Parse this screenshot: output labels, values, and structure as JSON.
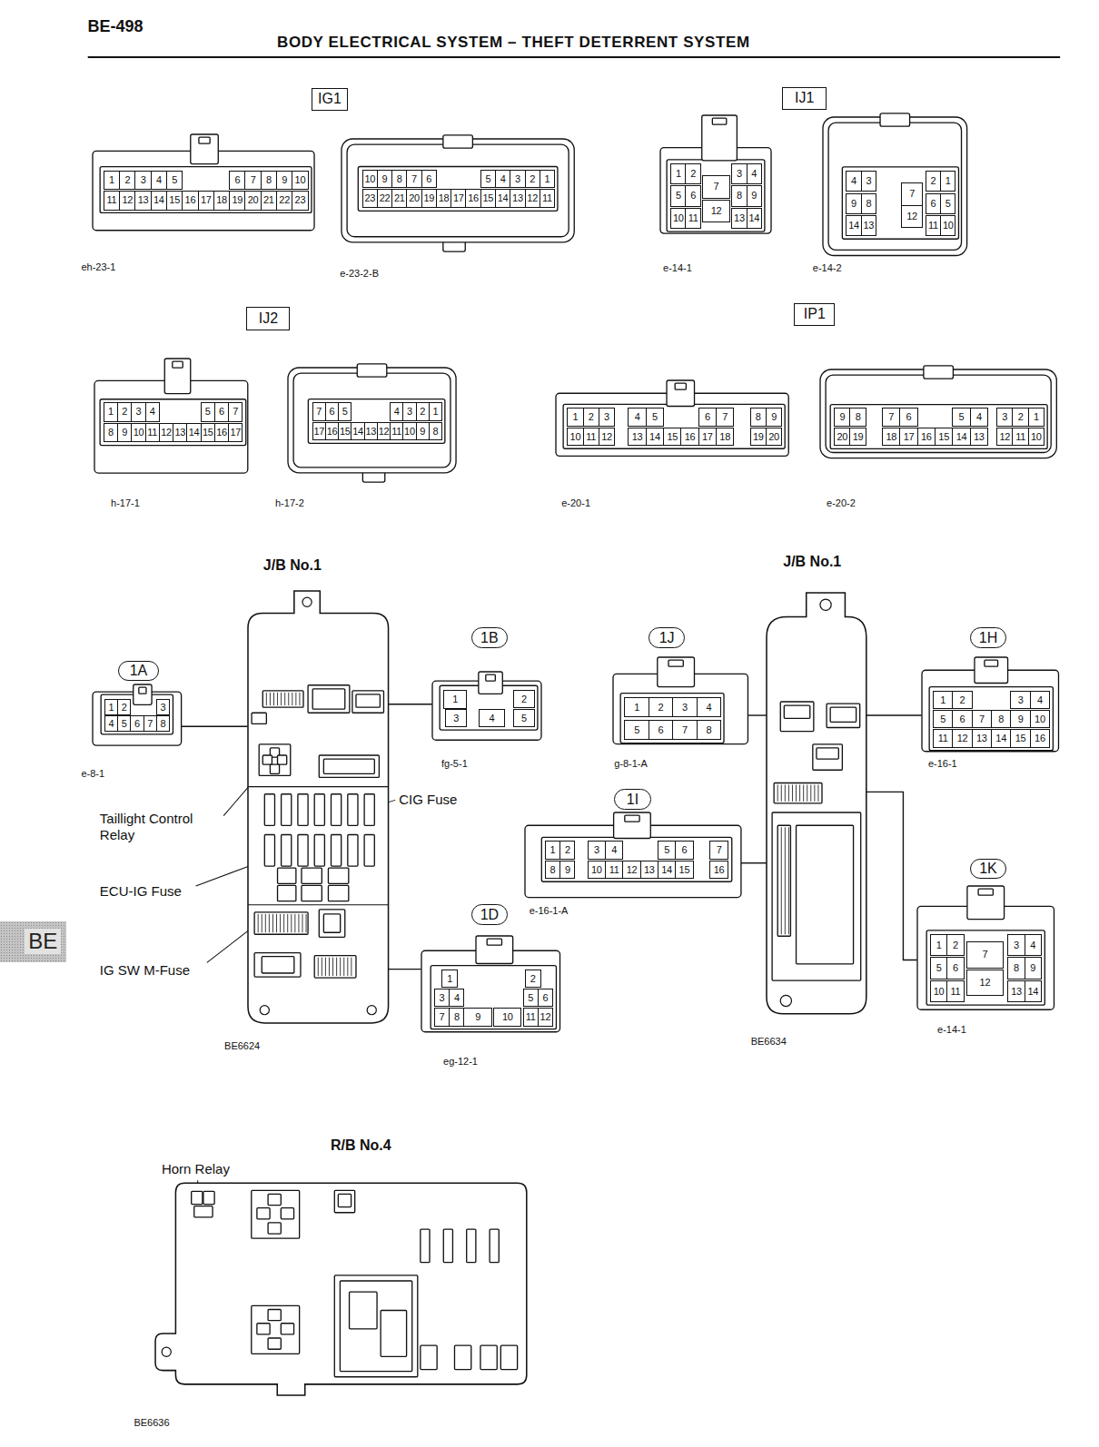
{
  "diagram": {
    "title": "BODY ELECTRICAL SYSTEM – THEFT DETERRENT SYSTEM",
    "nodes": [
      {
        "text": [
          "IG1"
        ]
      },
      {
        "text": [
          "1",
          "2",
          "3",
          "4",
          "5",
          "6",
          "7",
          "8",
          "9",
          "10",
          "11",
          "12",
          "13",
          "14",
          "15",
          "16",
          "17",
          "18",
          "19",
          "20",
          "21",
          "22",
          "23"
        ]
      },
      {
        "text": [
          "10",
          "9",
          "8",
          "7",
          "6",
          "5",
          "4",
          "3",
          "2",
          "1",
          "23",
          "22",
          "21",
          "20",
          "19",
          "18",
          "17",
          "16",
          "15",
          "14",
          "13",
          "12",
          "11"
        ]
      },
      {
        "text": [
          "IJ1"
        ]
      },
      {
        "text": [
          "1",
          "2",
          "3",
          "4",
          "5",
          "6",
          "7",
          "8",
          "9",
          "10",
          "11",
          "12",
          "13",
          "14"
        ]
      },
      {
        "text": [
          "4",
          "3",
          "2",
          "1",
          "9",
          "8",
          "7",
          "6",
          "5",
          "14",
          "13",
          "12",
          "11",
          "10"
        ]
      },
      {
        "text": [
          "IJ2"
        ]
      },
      {
        "text": [
          "1",
          "2",
          "3",
          "4",
          "5",
          "6",
          "7",
          "8",
          "9",
          "10",
          "11",
          "12",
          "13",
          "14",
          "15",
          "16",
          "17"
        ]
      },
      {
        "text": [
          "7",
          "6",
          "5",
          "4",
          "3",
          "2",
          "1",
          "17",
          "16",
          "15",
          "14",
          "13",
          "12",
          "11",
          "10",
          "9",
          "8"
        ]
      },
      {
        "text": [
          "IP1"
        ]
      },
      {
        "text": [
          "1",
          "2",
          "3",
          "4",
          "5",
          "6",
          "7",
          "8",
          "9",
          "10",
          "11",
          "12",
          "13",
          "14",
          "15",
          "16",
          "17",
          "18",
          "19",
          "20"
        ]
      },
      {
        "text": [
          "9",
          "8",
          "7",
          "6",
          "5",
          "4",
          "3",
          "2",
          "1",
          "20",
          "19",
          "18",
          "17",
          "16",
          "15",
          "14",
          "13",
          "12",
          "11",
          "10"
        ]
      },
      {
        "text": [
          "J/B No.1"
        ]
      },
      {
        "text": [
          "1A"
        ]
      },
      {
        "text": [
          "1",
          "2",
          "3",
          "4",
          "5",
          "6",
          "7",
          "8"
        ]
      },
      {
        "text": [
          "1B"
        ]
      },
      {
        "text": [
          "1",
          "2",
          "3",
          "4",
          "5"
        ]
      },
      {
        "text": [
          "1J"
        ]
      },
      {
        "text": [
          "1",
          "2",
          "3",
          "4",
          "5",
          "6",
          "7",
          "8"
        ]
      },
      {
        "text": [
          "J/B No.1"
        ]
      },
      {
        "text": [
          "1H"
        ]
      },
      {
        "text": [
          "1",
          "2",
          "3",
          "4",
          "5",
          "6",
          "7",
          "8",
          "9",
          "10",
          "11",
          "12",
          "13",
          "14",
          "15",
          "16"
        ]
      },
      {
        "text": [
          "1I"
        ]
      },
      {
        "text": [
          "1",
          "2",
          "3",
          "4",
          "5",
          "6",
          "7",
          "8",
          "9",
          "10",
          "11",
          "12",
          "13",
          "14",
          "15",
          "16"
        ]
      },
      {
        "text": [
          "1D"
        ]
      },
      {
        "text": [
          "1",
          "2",
          "3",
          "4",
          "5",
          "6",
          "7",
          "8",
          "9",
          "10",
          "11",
          "12"
        ]
      },
      {
        "text": [
          "1K"
        ]
      },
      {
        "text": [
          "1",
          "2",
          "3",
          "4",
          "5",
          "6",
          "7",
          "8",
          "9",
          "10",
          "11",
          "12",
          "13",
          "14"
        ]
      },
      {
        "text": [
          "BE"
        ]
      },
      {
        "text": [
          "R/B No.4"
        ]
      }
    ],
    "edges": [
      {
        "from": 12,
        "to": 14,
        "arrow": "none"
      },
      {
        "from": 12,
        "to": 16,
        "arrow": "none"
      },
      {
        "from": 12,
        "to": 25,
        "arrow": "none"
      },
      {
        "from": 19,
        "to": 18,
        "arrow": "none"
      },
      {
        "from": 19,
        "to": 21,
        "arrow": "none"
      },
      {
        "from": 19,
        "to": 23,
        "arrow": "none"
      },
      {
        "from": 19,
        "to": 27,
        "arrow": "none"
      }
    ],
    "labels": [
      "BE-498",
      "eh-23-1",
      "e-23-2-B",
      "e-14-1",
      "e-14-2",
      "h-17-1",
      "h-17-2",
      "e-20-1",
      "e-20-2",
      "Taillight Control Relay",
      "CIG Fuse",
      "ECU-IG Fuse",
      "IG SW M-Fuse",
      "e-8-1",
      "fg-5-1",
      "BE6624",
      "g-8-1-A",
      "e-16-1",
      "e-16-1-A",
      "eg-12-1",
      "BE6634",
      "e-14-1",
      "Horn Relay",
      "BE6636"
    ]
  }
}
